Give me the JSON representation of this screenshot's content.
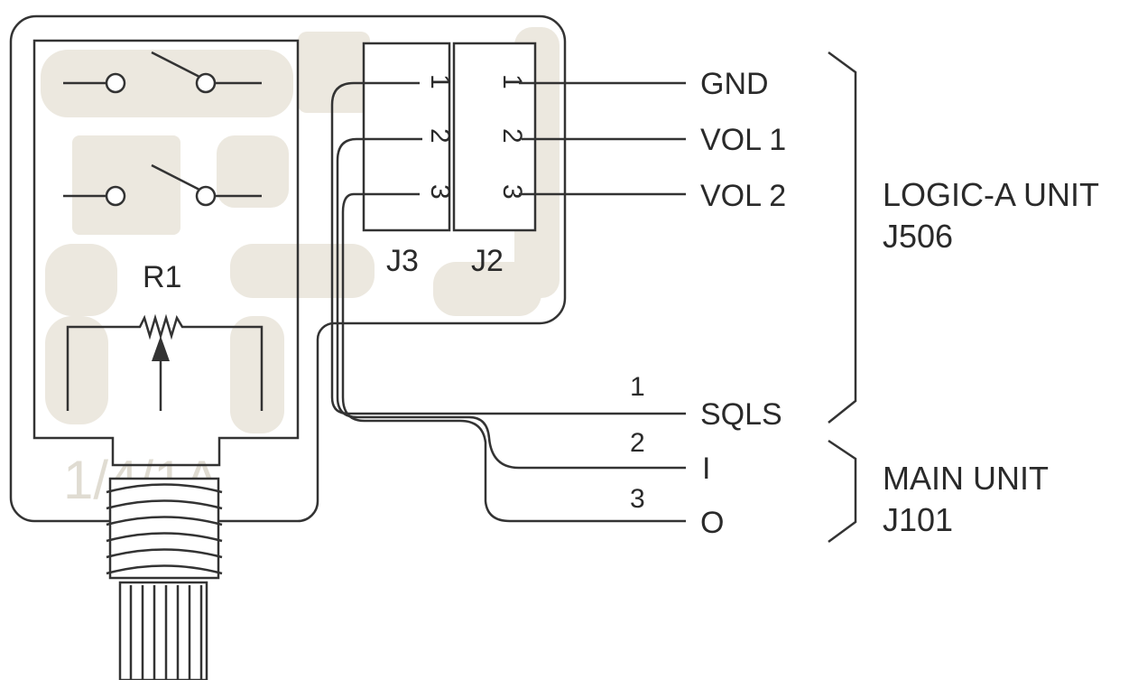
{
  "diagram": {
    "resistor": {
      "label": "R1"
    },
    "connectors": [
      {
        "label": "J3",
        "pins": [
          "1",
          "2",
          "3"
        ]
      },
      {
        "label": "J2",
        "pins": [
          "1",
          "2",
          "3"
        ]
      }
    ],
    "logic_signals": [
      "GND",
      "VOL 1",
      "VOL 2"
    ],
    "main_signals": [
      {
        "number": "1",
        "label": "SQLS"
      },
      {
        "number": "2",
        "label": "I"
      },
      {
        "number": "3",
        "label": "O"
      }
    ],
    "units": [
      {
        "line1": "LOGIC-A UNIT",
        "line2": "J506"
      },
      {
        "line1": "MAIN UNIT",
        "line2": "J101"
      }
    ],
    "board_silkscreen": "1/4/1A",
    "colors": {
      "line": "#333333",
      "board_shading": "#ece8df",
      "background": "#ffffff"
    }
  }
}
